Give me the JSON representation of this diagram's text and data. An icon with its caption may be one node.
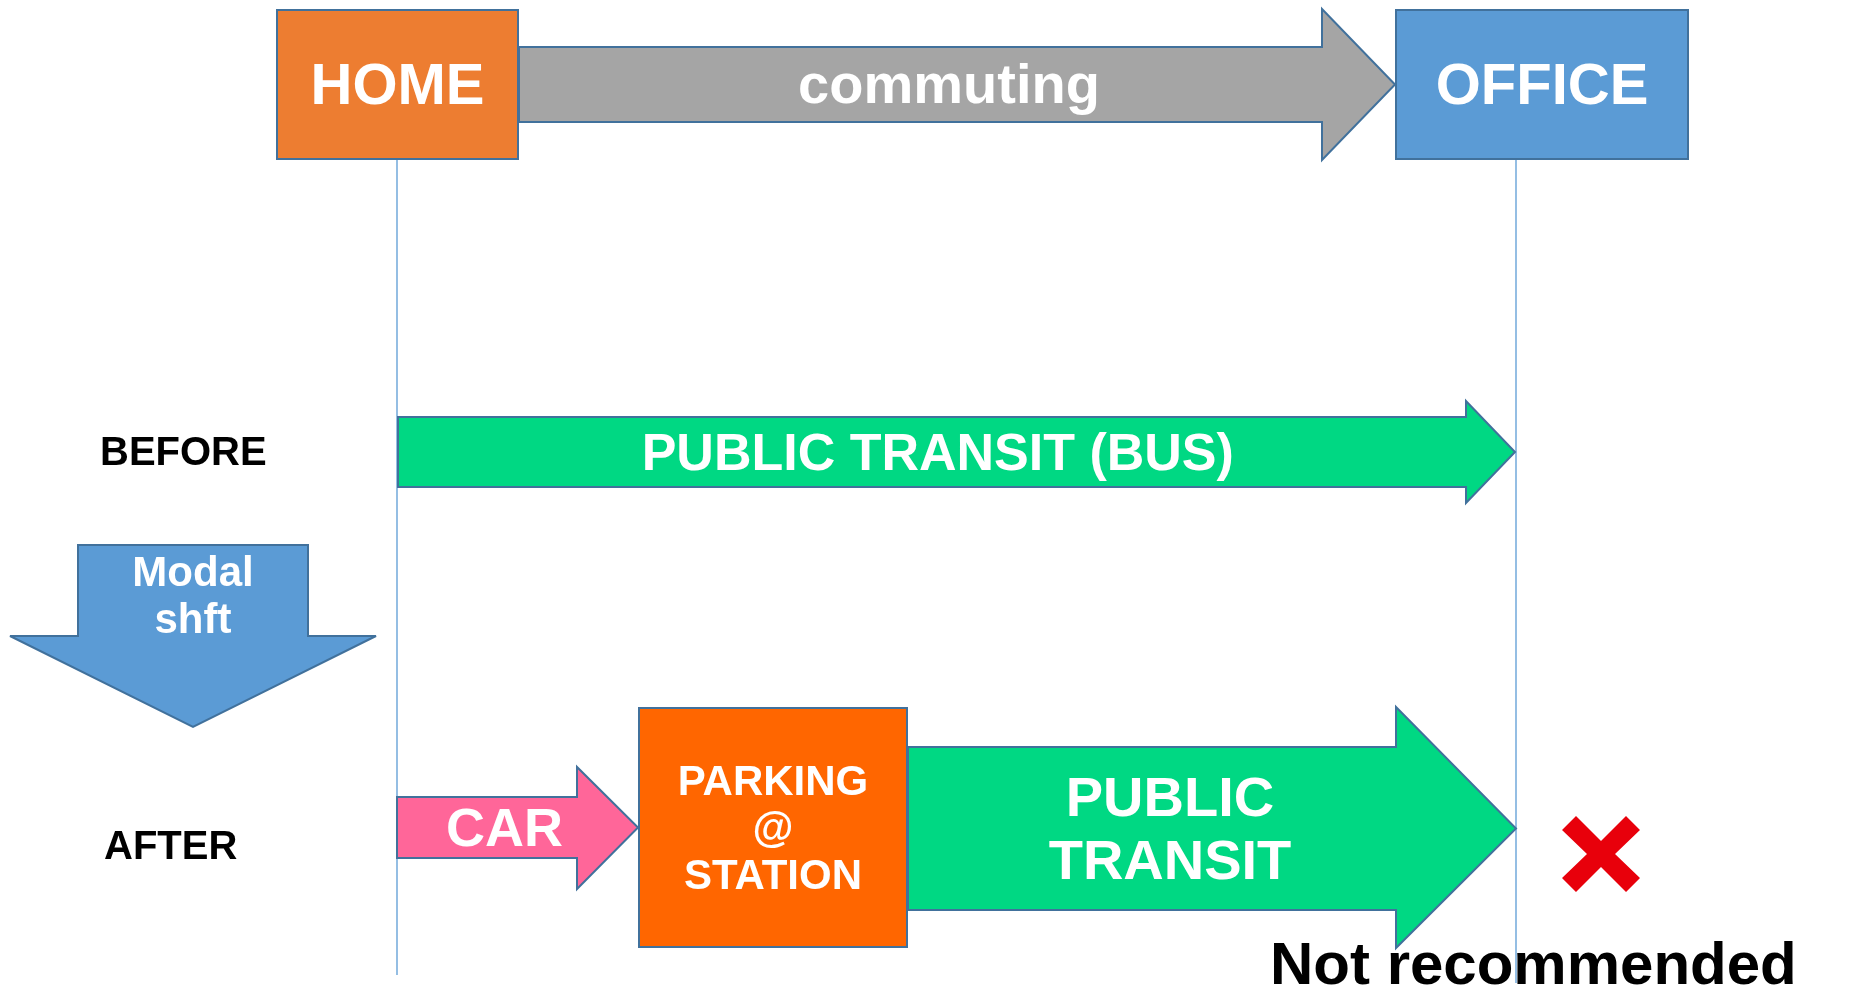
{
  "diagram": {
    "nodes": [
      {
        "text": [
          "HOME"
        ]
      },
      {
        "text": [
          "OFFICE"
        ]
      },
      {
        "text": [
          "PUBLIC TRANSIT (BUS)"
        ]
      },
      {
        "text": [
          "Modal shft"
        ]
      },
      {
        "text": [
          "PARKING @ STATION"
        ]
      }
    ],
    "edges": [
      {
        "from": 0,
        "to": 1,
        "arrow": "to",
        "label": "commuting",
        "color": "#a5a5a5"
      },
      {
        "from": null,
        "to": 4,
        "arrow": "to",
        "label": "CAR",
        "color": "#ff6699"
      },
      {
        "from": 4,
        "to": null,
        "arrow": "to",
        "label": "PUBLIC TRANSIT",
        "color": "#00d883"
      }
    ],
    "labels": [
      "BEFORE",
      "AFTER",
      "Not recommended"
    ]
  }
}
